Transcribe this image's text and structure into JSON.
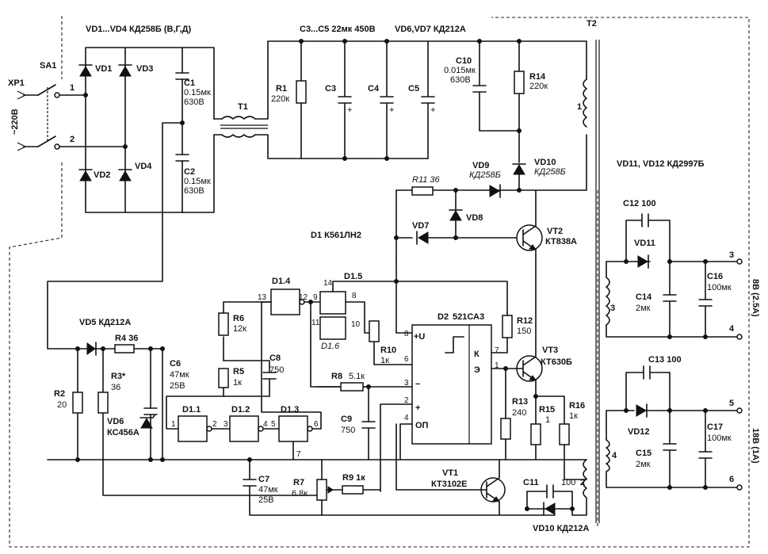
{
  "header": {
    "bridge_label": "VD1...VD4 КД258Б (В,Г,Д)",
    "caps_label": "C3...C5 22мк 450В",
    "vd67_label": "VD6,VD7 КД212А",
    "t2": "T2",
    "vd1112_label": "VD11, VD12 КД2997Б"
  },
  "mains": {
    "sa1": "SA1",
    "xp1": "XP1",
    "voltage": "~220В",
    "pin1": "1",
    "pin2": "2"
  },
  "bridge": {
    "vd1": "VD1",
    "vd2": "VD2",
    "vd3": "VD3",
    "vd4": "VD4",
    "c1": "C1",
    "c1_val1": "0.15мк",
    "c1_val2": "630В",
    "c2": "C2",
    "c2_val1": "0.15мк",
    "c2_val2": "630В",
    "t1": "T1"
  },
  "hv": {
    "r1": "R1",
    "r1_val": "220к",
    "c3": "C3",
    "c4": "C4",
    "c5": "C5",
    "c10": "C10",
    "c10_val1": "0.015мк",
    "c10_val2": "630В",
    "r14": "R14",
    "r14_val": "220к",
    "t2_w1": "1",
    "vd9": "VD9",
    "vd9_val": "КД258Б",
    "vd10": "VD10",
    "vd10_val": "КД258Б",
    "r11": "R11 36"
  },
  "control": {
    "vd7": "VD7",
    "vd8": "VD8",
    "vt2": "VT2",
    "vt2_val": "КТ838А",
    "d1": "D1 К561ЛН2",
    "d1_4": "D1.4",
    "d1_5": "D1.5",
    "d1_6": "D1.6",
    "d1_1": "D1.1",
    "d1_2": "D1.2",
    "d1_3": "D1.3",
    "d2": "D2",
    "d2_val": "521СА3",
    "r12": "R12",
    "r12_val": "150",
    "vt3": "VT3",
    "vt3_val": "КТ630Б",
    "r6": "R6",
    "r6_val": "12к",
    "r5": "R5",
    "r5_val": "1к",
    "c8": "C8",
    "c8_val": "750",
    "r10": "R10",
    "r10_val": "1к",
    "r8": "R8",
    "r8_val": "5.1к",
    "c9": "C9",
    "c9_val": "750",
    "r13": "R13",
    "r13_val": "240",
    "r15": "R15",
    "r15_val": "1",
    "r16": "R16",
    "r16_val": "1к",
    "vd5": "VD5 КД212А",
    "r4": "R4 36",
    "r2": "R2",
    "r2_val": "20",
    "r3": "R3*",
    "r3_val": "36",
    "c6": "C6",
    "c6_val1": "47мк",
    "c6_val2": "25В",
    "vd6": "VD6",
    "vd6_val": "КС456А",
    "c7": "C7",
    "c7_val1": "47мк",
    "c7_val2": "25В",
    "r7": "R7",
    "r7_val": "6.8к",
    "r9": "R9 1к",
    "vt1": "VT1",
    "vt1_val": "КТ3102Е",
    "c11": "C11",
    "c11_val": "100",
    "vd10b": "VD10 КД212А",
    "w2": "2",
    "pins": {
      "p13": "13",
      "p12": "12",
      "p14": "14",
      "p9": "9",
      "p8": "8",
      "p11": "11",
      "p10": "10",
      "p1": "1",
      "p2": "2",
      "p3": "3",
      "p4": "4",
      "p5": "5",
      "p6": "6",
      "p7": "7",
      "d2_8": "8",
      "d2_6": "6",
      "d2_3": "3",
      "d2_2": "2",
      "d2_4": "4",
      "d2_7": "7",
      "d2_1": "1",
      "plus_u": "+U",
      "minus": "−",
      "plus": "+",
      "op": "ОП",
      "k": "К",
      "e": "Э"
    }
  },
  "outputs": {
    "c12": "C12 100",
    "vd11": "VD11",
    "c14": "C14",
    "c14_val": "2мк",
    "c16": "C16",
    "c16_val": "100мк",
    "w3": "3",
    "pin3": "3",
    "pin4": "4",
    "out1": "8В (2.5А)",
    "c13": "C13 100",
    "vd12": "VD12",
    "c15": "C15",
    "c15_val": "2мк",
    "c17": "C17",
    "c17_val": "100мк",
    "w4": "4",
    "pin5": "5",
    "pin6": "6",
    "out2": "18В (1А)"
  }
}
